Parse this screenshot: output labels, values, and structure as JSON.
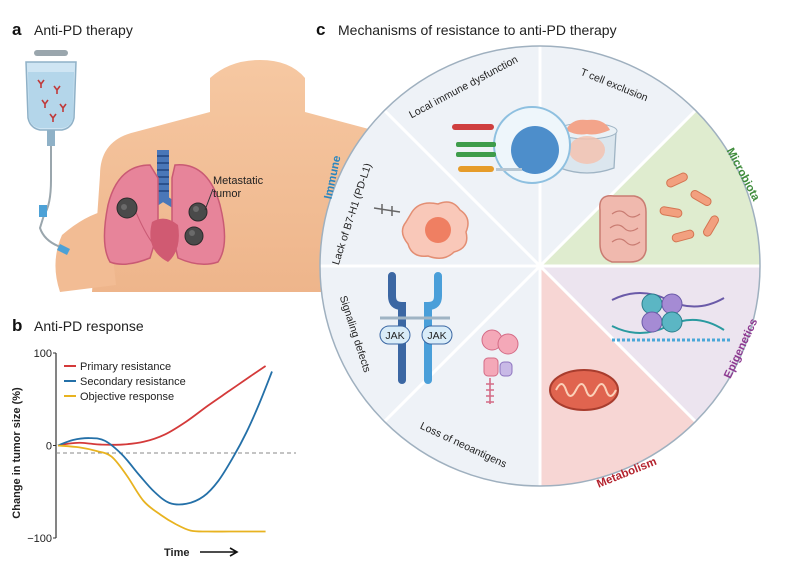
{
  "panel_a": {
    "letter": "a",
    "title": "Anti-PD therapy",
    "tumor_label_1": "Metastatic",
    "tumor_label_2": "tumor"
  },
  "panel_b": {
    "letter": "b",
    "title": "Anti-PD response",
    "ylabel": "Change in tumor size (%)",
    "xlabel": "Time",
    "y_ticks": [
      "100",
      "0",
      "−100"
    ],
    "legend": [
      {
        "name": "Primary resistance",
        "color": "#d43a3a"
      },
      {
        "name": "Secondary resistance",
        "color": "#2470a8"
      },
      {
        "name": "Objective response",
        "color": "#e8b320"
      }
    ]
  },
  "panel_c": {
    "letter": "c",
    "title": "Mechanisms of resistance to anti-PD therapy",
    "segments": {
      "local_immune": "Local immune dysfunction",
      "t_cell_exclusion": "T cell exclusion",
      "lack_b7": "Lack of B7-H1 (PD-L1)",
      "signaling": "Signaling defects",
      "neoantigens": "Loss of neoantigens",
      "jak": "JAK"
    },
    "categories": {
      "immune": {
        "label": "Immune",
        "color": "#2a86bf"
      },
      "microbiota": {
        "label": "Microbiota",
        "color": "#3f8c3b"
      },
      "epigenetics": {
        "label": "Epigenetics",
        "color": "#8d3a91"
      },
      "metabolism": {
        "label": "Metabolism",
        "color": "#b4232e"
      }
    }
  },
  "chart_data": {
    "type": "line",
    "title": "Anti-PD response",
    "xlabel": "Time",
    "ylabel": "Change in tumor size (%)",
    "ylim": [
      -100,
      100
    ],
    "grid": false,
    "legend_position": "top-left",
    "series": [
      {
        "name": "Primary resistance",
        "color": "#d43a3a",
        "x": [
          0,
          0.05,
          0.1,
          0.15,
          0.2,
          0.3,
          0.4,
          0.5,
          0.6,
          0.7,
          0.8,
          0.9,
          0.97
        ],
        "y": [
          0,
          2,
          3,
          2,
          1,
          1,
          4,
          12,
          26,
          43,
          59,
          75,
          86
        ]
      },
      {
        "name": "Secondary resistance",
        "color": "#2470a8",
        "x": [
          0,
          0.07,
          0.15,
          0.22,
          0.3,
          0.38,
          0.45,
          0.52,
          0.6,
          0.68,
          0.75,
          0.82,
          0.88,
          0.94,
          1.0
        ],
        "y": [
          0,
          6,
          8,
          5,
          -10,
          -32,
          -50,
          -62,
          -63,
          -55,
          -38,
          -12,
          14,
          45,
          80
        ]
      },
      {
        "name": "Objective response",
        "color": "#e8b320",
        "x": [
          0,
          0.1,
          0.18,
          0.25,
          0.32,
          0.4,
          0.48,
          0.55,
          0.62,
          0.7,
          0.8,
          0.9,
          0.97
        ],
        "y": [
          0,
          -2,
          -6,
          -12,
          -32,
          -60,
          -75,
          -85,
          -92,
          -93,
          -93,
          -93,
          -93
        ]
      }
    ]
  }
}
